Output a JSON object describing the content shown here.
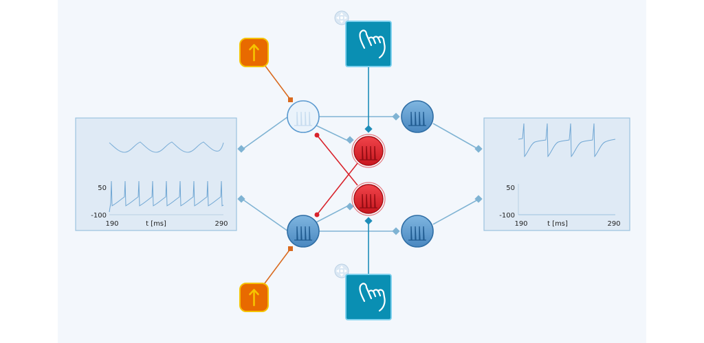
{
  "colors": {
    "stage_bg": "#f3f7fc",
    "panel_fill": "#dfeaf5",
    "panel_border": "#9cc3df",
    "trace": "#6fa6d3",
    "connection": "#7fb3d3",
    "excitatory_neuron": "#5b9ad0",
    "excitatory_neuron_dark": "#2f6ea5",
    "inactive_neuron": "#eaf3fb",
    "inhibitory_neuron": "#e0242c",
    "inhibitory_line": "#d8222b",
    "input_box": "#e86a00",
    "input_border": "#f5c200",
    "input_line": "#d96a1f",
    "touch_box": "#0a8fb3",
    "touch_border": "#7fd1ee"
  },
  "icons": {
    "input": "up-arrow-icon",
    "touch": "hand-pointer-icon",
    "move": "move-handle-icon",
    "neuron": "spike-train-icon"
  },
  "left_panel": {
    "y_max_label": "50",
    "y_min_label": "-100",
    "x_min_label": "190",
    "x_max_label": "290",
    "x_axis_label": "t [ms]"
  },
  "right_panel": {
    "y_max_label": "50",
    "y_min_label": "-100",
    "x_min_label": "190",
    "x_max_label": "290",
    "x_axis_label": "t [ms]"
  }
}
